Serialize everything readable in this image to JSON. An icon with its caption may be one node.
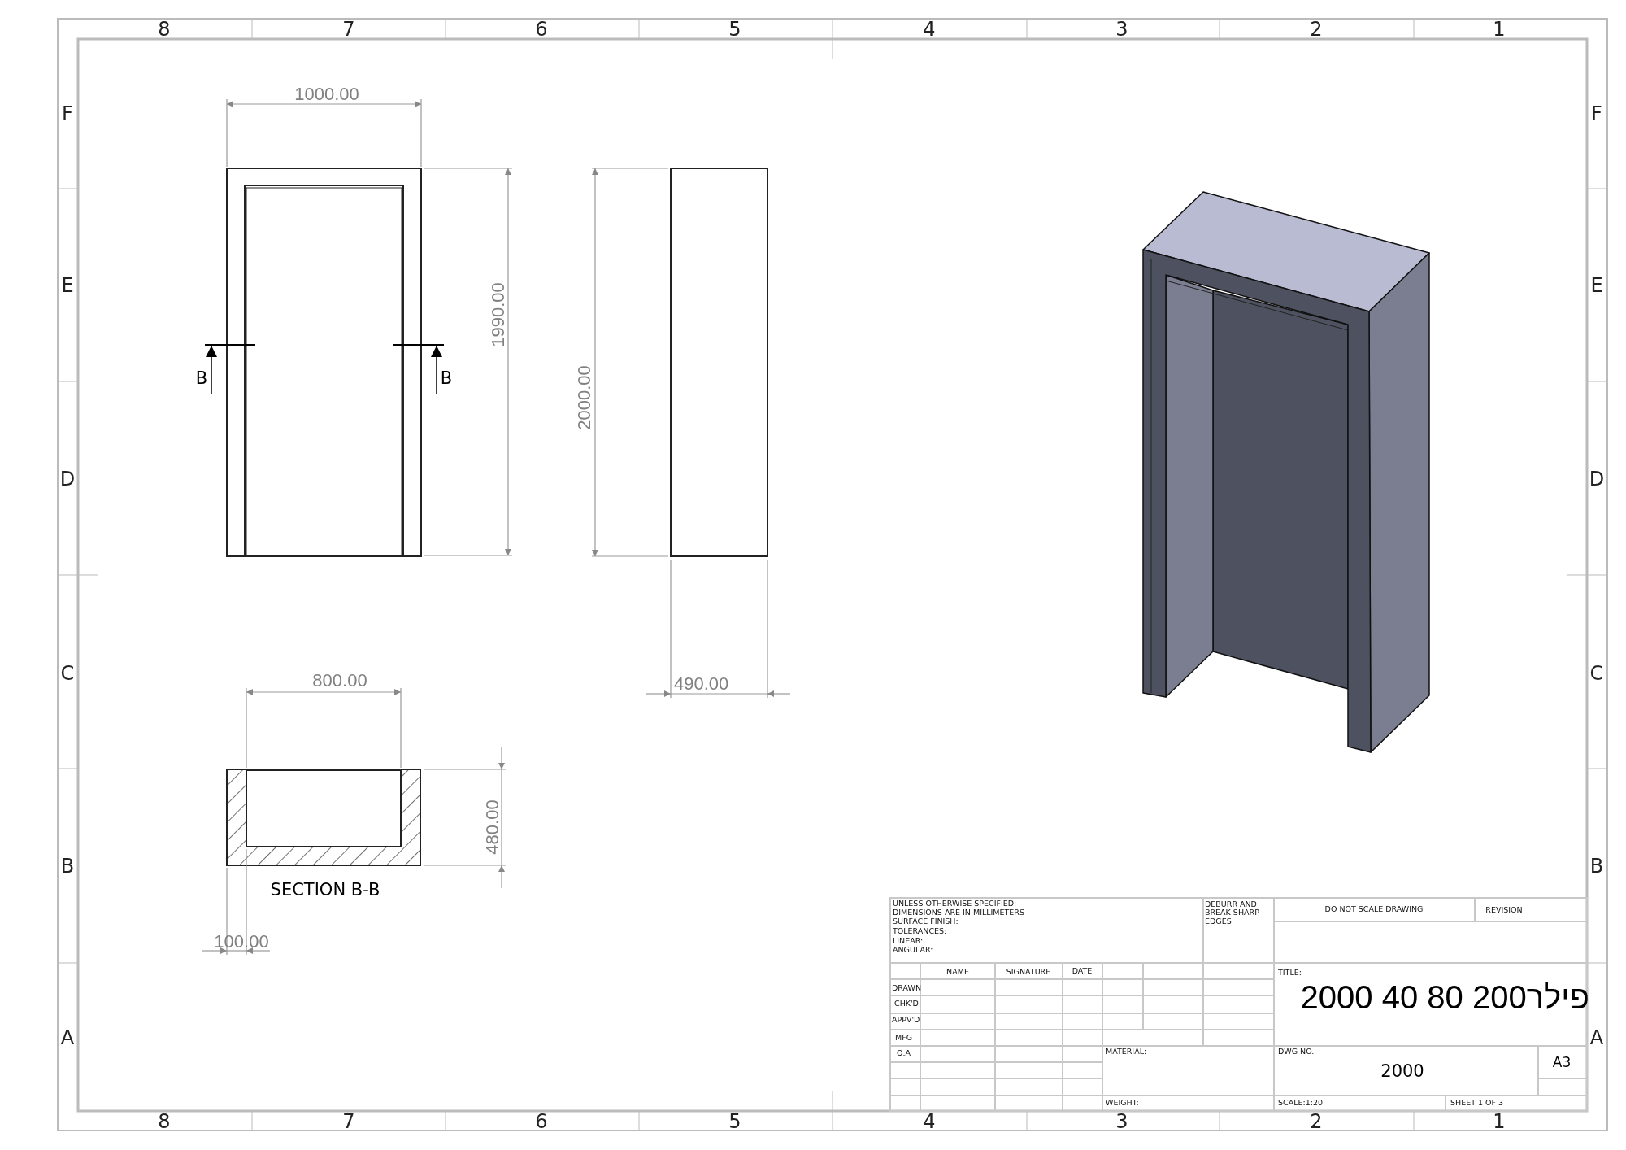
{
  "diagram": {
    "labels": [
      "8",
      "7",
      "6",
      "5",
      "4",
      "3",
      "2",
      "1",
      "F",
      "E",
      "D",
      "C",
      "B",
      "A",
      "F",
      "E",
      "D",
      "C",
      "B",
      "A",
      "1000.00",
      "1990.00",
      "B",
      "B",
      "2000.00",
      "800.00",
      "490.00",
      "480.00",
      "SECTION B-B",
      "100.00",
      "UNLESS OTHERWISE SPECIFIED:",
      "DIMENSIONS ARE IN MILLIMETERS",
      "SURFACE FINISH:",
      "TOLERANCES:",
      "LINEAR:",
      "ANGULAR:",
      "DEBURR AND BREAK SHARP EDGES",
      "DO NOT SCALE DRAWING",
      "REVISION",
      "NAME",
      "SIGNATURE",
      "DATE",
      "TITLE:",
      "2000 40 80 200פילר",
      "DRAWN",
      "CHK'D",
      "APPV'D",
      "MFG",
      "Q.A",
      "MATERIAL:",
      "DWG NO.",
      "2000",
      "A3",
      "WEIGHT:",
      "SCALE:1:20",
      "SHEET 1 OF 3",
      "8",
      "7",
      "6",
      "5",
      "4",
      "3",
      "2",
      "1"
    ]
  }
}
